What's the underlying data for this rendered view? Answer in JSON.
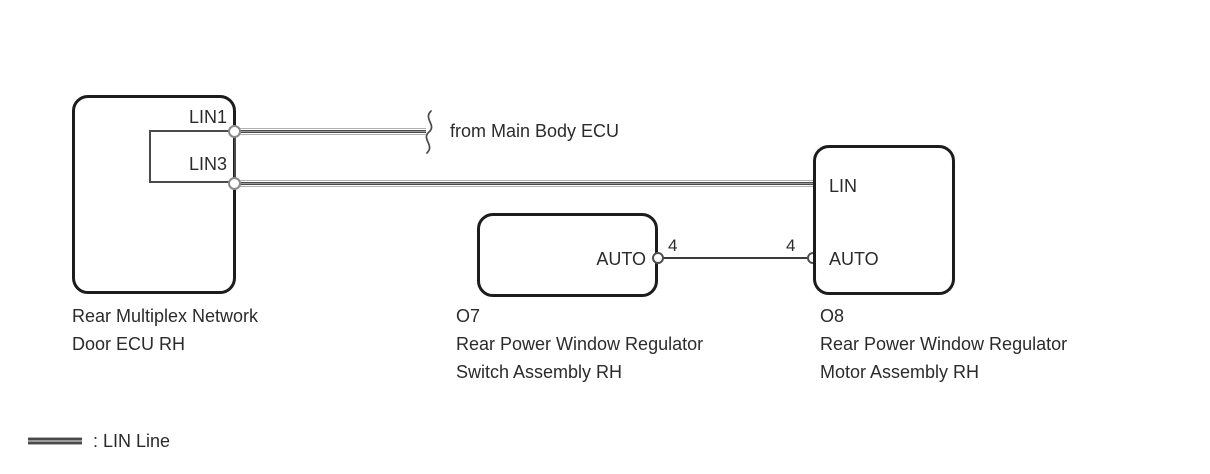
{
  "colors": {
    "box_border": "#1c1c1c",
    "wire_dark": "#4a4a4a",
    "wire_gray": "#9a9a9a",
    "wire_halo": "#b0b0b0",
    "text": "#2b2b2b"
  },
  "ecu": {
    "pin_lin1": "LIN1",
    "pin_lin3": "LIN3",
    "caption_line1": "Rear Multiplex Network",
    "caption_line2": "Door ECU RH"
  },
  "switch_assembly": {
    "code": "O7",
    "pin_auto": "AUTO",
    "terminal_no": "4",
    "caption_line1": "Rear Power Window Regulator",
    "caption_line2": "Switch Assembly RH"
  },
  "motor_assembly": {
    "code": "O8",
    "pin_lin": "LIN",
    "pin_auto": "AUTO",
    "terminal_no": "4",
    "caption_line1": "Rear Power Window Regulator",
    "caption_line2": "Motor Assembly RH"
  },
  "annotations": {
    "from_main_body_ecu": "from Main Body ECU"
  },
  "legend": {
    "lin_line_label": ": LIN Line"
  }
}
